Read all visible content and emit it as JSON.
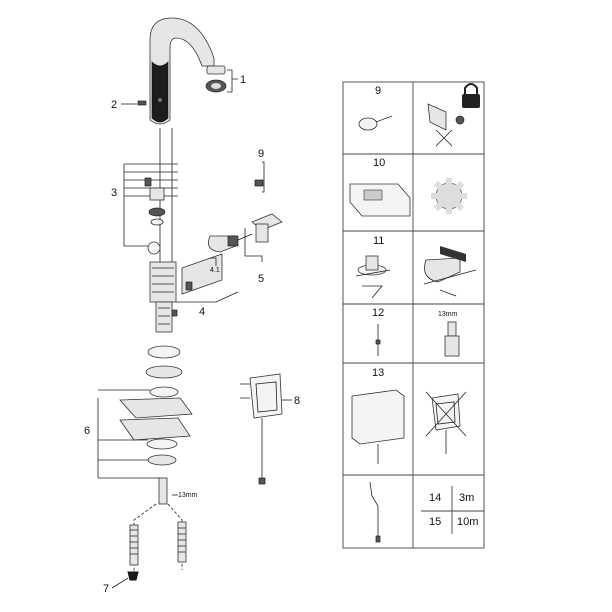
{
  "callouts": {
    "c1": "1",
    "c2": "2",
    "c3": "3",
    "c4": "4",
    "c41": "4.1",
    "c5": "5",
    "c6": "6",
    "c7": "7",
    "c8": "8",
    "c9": "9"
  },
  "dims": {
    "left": "13mm"
  },
  "panel": {
    "r9": "9",
    "r10": "10",
    "r11": "11",
    "r12": "12",
    "r12_dim": "13mm",
    "r13": "13",
    "t14": "14",
    "t14_len": "3m",
    "t15": "15",
    "t15_len": "10m"
  }
}
